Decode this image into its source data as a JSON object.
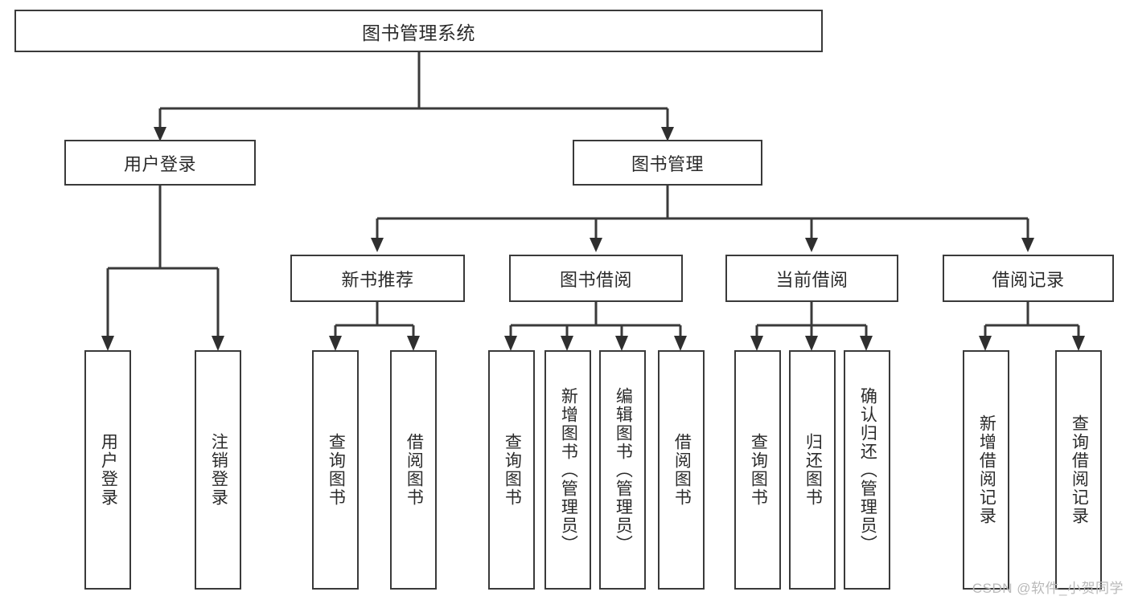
{
  "diagram": {
    "type": "tree",
    "title": "图书管理系统",
    "watermark": "CSDN @软件_小贺同学",
    "colors": {
      "stroke": "#3a3a3a",
      "text": "#2b2b2b",
      "background": "#ffffff",
      "watermark": "#b9b9b9"
    },
    "nodes": {
      "root": {
        "label": "图书管理系统",
        "level": 1
      },
      "l2": [
        {
          "id": "user-login",
          "label": "用户登录",
          "level": 2
        },
        {
          "id": "book-manage",
          "label": "图书管理",
          "level": 2
        }
      ],
      "l3": [
        {
          "id": "new-book-rec",
          "label": "新书推荐",
          "level": 3,
          "parent": "book-manage"
        },
        {
          "id": "book-borrow",
          "label": "图书借阅",
          "level": 3,
          "parent": "book-manage"
        },
        {
          "id": "current-borrow",
          "label": "当前借阅",
          "level": 3,
          "parent": "book-manage"
        },
        {
          "id": "borrow-record",
          "label": "借阅记录",
          "level": 3,
          "parent": "book-manage"
        }
      ],
      "leaves": [
        {
          "id": "leaf-user-login",
          "label": "用户登录",
          "parent": "user-login"
        },
        {
          "id": "leaf-user-logout",
          "label": "注销登录",
          "parent": "user-login"
        },
        {
          "id": "leaf-rec-query",
          "label": "查询图书",
          "parent": "new-book-rec"
        },
        {
          "id": "leaf-rec-borrow",
          "label": "借阅图书",
          "parent": "new-book-rec"
        },
        {
          "id": "leaf-bb-query",
          "label": "查询图书",
          "parent": "book-borrow"
        },
        {
          "id": "leaf-bb-add",
          "label": "新增图书（管理员）",
          "parent": "book-borrow"
        },
        {
          "id": "leaf-bb-edit",
          "label": "编辑图书（管理员）",
          "parent": "book-borrow"
        },
        {
          "id": "leaf-bb-borrow",
          "label": "借阅图书",
          "parent": "book-borrow"
        },
        {
          "id": "leaf-cb-query",
          "label": "查询图书",
          "parent": "current-borrow"
        },
        {
          "id": "leaf-cb-return",
          "label": "归还图书",
          "parent": "current-borrow"
        },
        {
          "id": "leaf-cb-confirm",
          "label": "确认归还（管理员）",
          "parent": "current-borrow"
        },
        {
          "id": "leaf-br-add",
          "label": "新增借阅记录",
          "parent": "borrow-record"
        },
        {
          "id": "leaf-br-query",
          "label": "查询借阅记录",
          "parent": "borrow-record"
        }
      ]
    }
  }
}
